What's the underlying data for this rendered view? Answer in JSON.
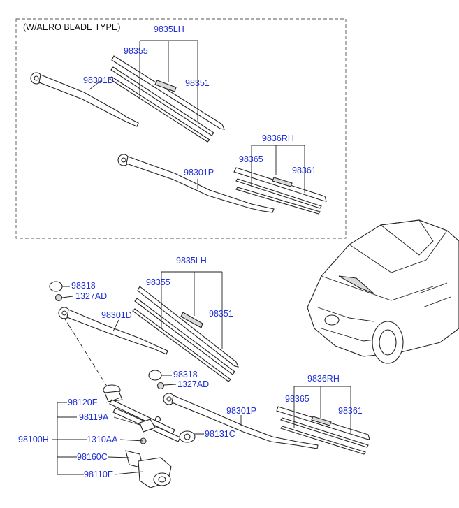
{
  "header": {
    "title": "(W/AERO BLADE TYPE)"
  },
  "upper": {
    "lh_assembly": "9835LH",
    "lh_blade_rubber": "98355",
    "lh_blade_insert": "98351",
    "lh_arm": "98301D",
    "rh_assembly": "9836RH",
    "rh_blade_rubber": "98365",
    "rh_blade_insert": "98361",
    "rh_arm": "98301P"
  },
  "lower": {
    "lh_assembly": "9835LH",
    "lh_blade_rubber": "98355",
    "lh_blade_insert": "98351",
    "lh_arm": "98301D",
    "cap_top": "98318",
    "nut_top": "1327AD",
    "cap_mid": "98318",
    "nut_mid": "1327AD",
    "rh_assembly": "9836RH",
    "rh_blade_rubber": "98365",
    "rh_blade_insert": "98361",
    "rh_arm": "98301P",
    "linkage_assembly": "98100H",
    "crank_arm": "98120F",
    "link_rod": "98119A",
    "bolt": "1310AA",
    "pivot": "98131C",
    "bracket": "98160C",
    "motor": "98110E"
  }
}
